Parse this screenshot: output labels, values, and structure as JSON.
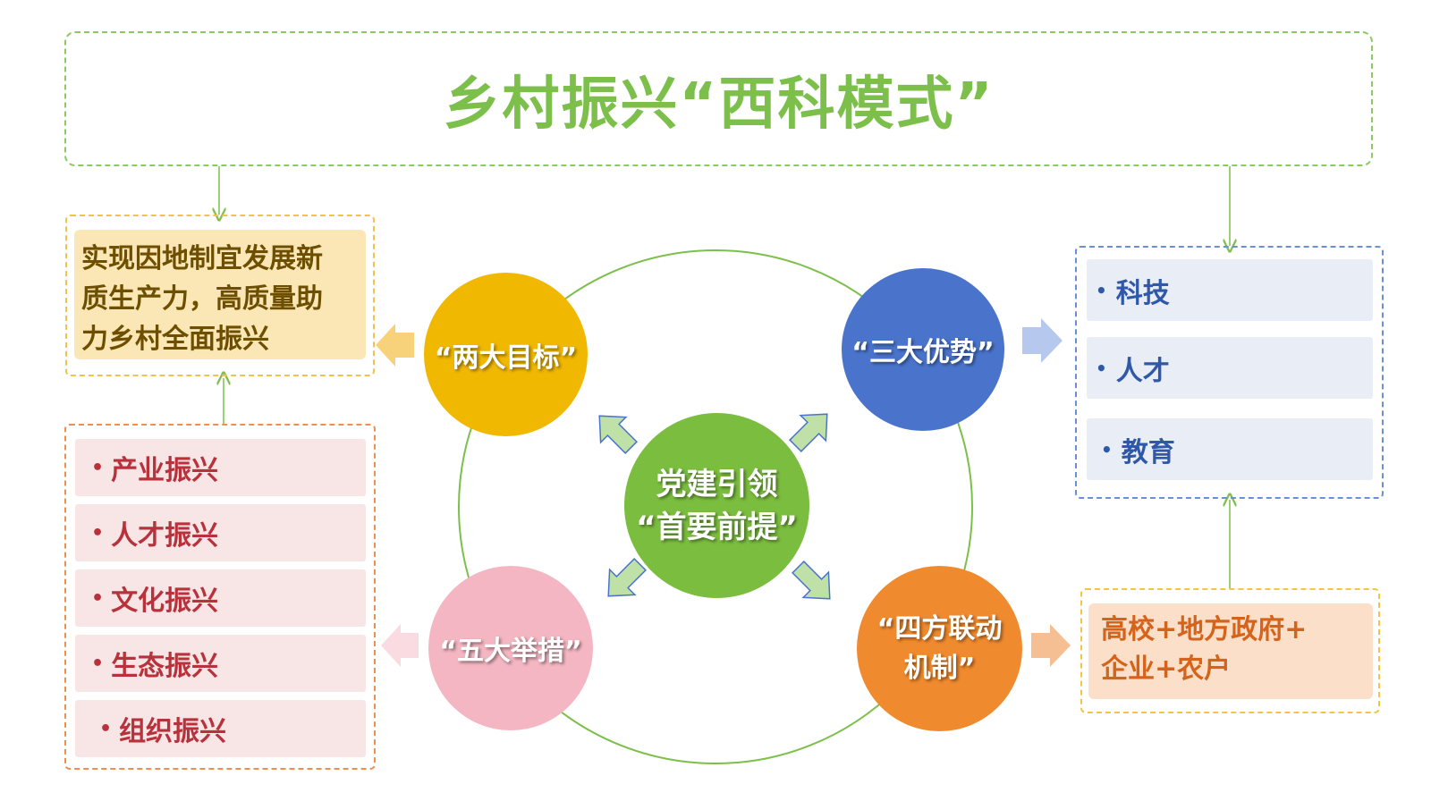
{
  "title": "乡村振兴“西科模式”",
  "colors": {
    "green": "#7cbf4a",
    "gold": "#f0b800",
    "blue": "#4a74cc",
    "pink": "#f4b6c2",
    "orange": "#f08a2e"
  },
  "goal_box": {
    "lines": [
      "实现因地制宜发展新",
      "质生产力，高质量助",
      "力乡村全面振兴"
    ]
  },
  "measures": [
    {
      "bullet": "•",
      "label": "产业振兴"
    },
    {
      "bullet": "•",
      "label": "人才振兴"
    },
    {
      "bullet": "•",
      "label": "文化振兴"
    },
    {
      "bullet": "•",
      "label": "生态振兴"
    },
    {
      "bullet": "•",
      "label": "组织振兴"
    }
  ],
  "advantages": [
    {
      "bullet": "•",
      "label": "科技"
    },
    {
      "bullet": "•",
      "label": "人才"
    },
    {
      "bullet": "•",
      "label": "教育"
    }
  ],
  "mechanism_box": {
    "lines": [
      "高校+地方政府+",
      "企业+农户"
    ]
  },
  "circles": {
    "goals": "“两大目标”",
    "advantages": "“三大优势”",
    "measures": "“五大举措”",
    "mechanism_line1": "“四方联动",
    "mechanism_line2": "机制”",
    "center_line1": "党建引领",
    "center_line2": "“首要前提”"
  }
}
